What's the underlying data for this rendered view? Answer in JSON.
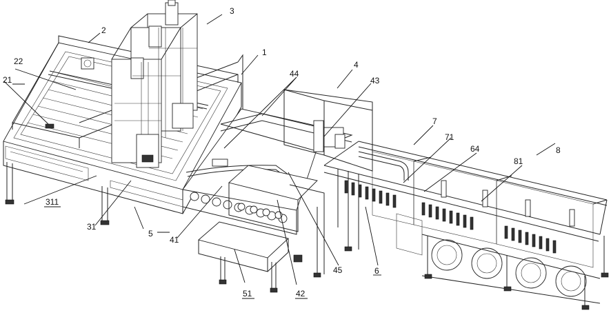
{
  "labels": {
    "l1": "1",
    "l2": "2",
    "l3": "3",
    "l4": "4",
    "l5": "5",
    "l6": "6",
    "l7": "7",
    "l8": "8",
    "l21": "21",
    "l22": "22",
    "l31": "31",
    "l311": "311",
    "l41": "41",
    "l42": "42",
    "l43": "43",
    "l44": "44",
    "l45": "45",
    "l51": "51",
    "l64": "64",
    "l71": "71",
    "l81": "81"
  }
}
